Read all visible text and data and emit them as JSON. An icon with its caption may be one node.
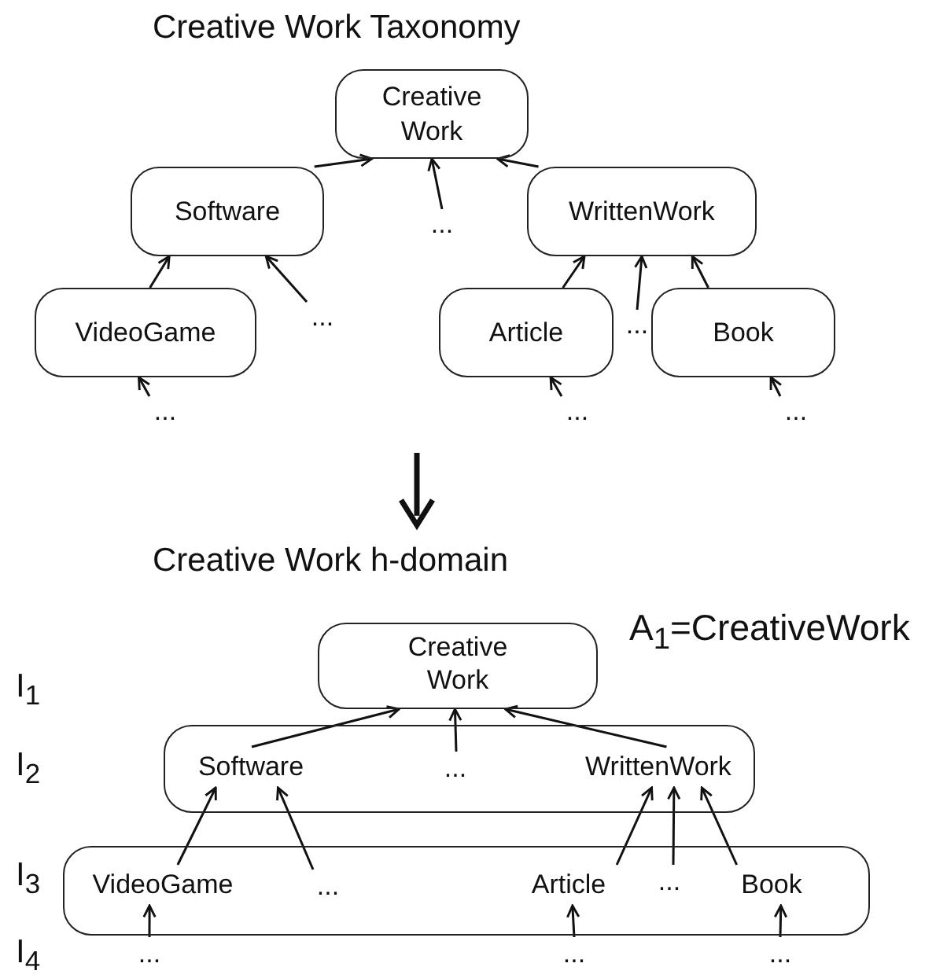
{
  "diagram": {
    "title": "Creative Work Taxonomy",
    "nodes": [
      {
        "text": [
          "Creative Work"
        ]
      },
      {
        "text": [
          "Software"
        ]
      },
      {
        "text": [
          "..."
        ]
      },
      {
        "text": [
          "WrittenWork"
        ]
      },
      {
        "text": [
          "VideoGame"
        ]
      },
      {
        "text": [
          "..."
        ]
      },
      {
        "text": [
          "Article"
        ]
      },
      {
        "text": [
          "..."
        ]
      },
      {
        "text": [
          "Book"
        ]
      },
      {
        "text": [
          "..."
        ]
      },
      {
        "text": [
          "..."
        ]
      },
      {
        "text": [
          "..."
        ]
      },
      {
        "text": [
          "Creative Work"
        ]
      },
      {
        "text": [],
        "shape": "box"
      },
      {
        "text": [
          "Software"
        ],
        "in": 13
      },
      {
        "text": [
          "..."
        ],
        "in": 13
      },
      {
        "text": [
          "WrittenWork"
        ],
        "in": 13
      },
      {
        "text": [],
        "shape": "box"
      },
      {
        "text": [
          "VideoGame"
        ],
        "in": 17
      },
      {
        "text": [
          "..."
        ],
        "in": 17
      },
      {
        "text": [
          "Article"
        ],
        "in": 17
      },
      {
        "text": [
          "..."
        ],
        "in": 17
      },
      {
        "text": [
          "Book"
        ],
        "in": 17
      },
      {
        "text": [
          "..."
        ]
      },
      {
        "text": [
          "..."
        ]
      },
      {
        "text": [
          "..."
        ]
      }
    ],
    "edges": [
      {
        "from": 1,
        "to": 0,
        "arrow": "to"
      },
      {
        "from": 2,
        "to": 0,
        "arrow": "to"
      },
      {
        "from": 3,
        "to": 0,
        "arrow": "to"
      },
      {
        "from": 4,
        "to": 1,
        "arrow": "to"
      },
      {
        "from": 5,
        "to": 1,
        "arrow": "to"
      },
      {
        "from": 6,
        "to": 3,
        "arrow": "to"
      },
      {
        "from": 7,
        "to": 3,
        "arrow": "to"
      },
      {
        "from": 8,
        "to": 3,
        "arrow": "to"
      },
      {
        "from": 9,
        "to": 4,
        "arrow": "to"
      },
      {
        "from": 10,
        "to": 6,
        "arrow": "to"
      },
      {
        "from": 11,
        "to": 8,
        "arrow": "to"
      },
      {
        "from": 14,
        "to": 12,
        "arrow": "to"
      },
      {
        "from": 15,
        "to": 12,
        "arrow": "to"
      },
      {
        "from": 16,
        "to": 12,
        "arrow": "to"
      },
      {
        "from": 18,
        "to": 14,
        "arrow": "to"
      },
      {
        "from": 19,
        "to": 14,
        "arrow": "to"
      },
      {
        "from": 20,
        "to": 16,
        "arrow": "to"
      },
      {
        "from": 21,
        "to": 16,
        "arrow": "to"
      },
      {
        "from": 22,
        "to": 16,
        "arrow": "to"
      },
      {
        "from": 23,
        "to": 18,
        "arrow": "to"
      },
      {
        "from": 24,
        "to": 20,
        "arrow": "to"
      },
      {
        "from": 25,
        "to": 22,
        "arrow": "to"
      }
    ],
    "labels": [
      "Creative Work h-domain",
      "A$_{1}$=CreativeWork",
      "I$_{1}$",
      "I$_{2}$",
      "I$_{3}$",
      "I$_{4}$"
    ]
  }
}
